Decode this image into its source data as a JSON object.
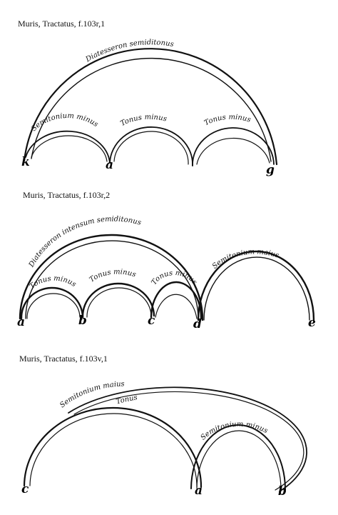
{
  "diagrams": [
    {
      "caption": "Muris, Tractatus, f.103r,1",
      "letters": [
        "k",
        "a",
        "g"
      ],
      "arc_labels": [
        "Diatesseron semiditonus",
        "Semitonium minus",
        "Tonus minus",
        "Tonus minus"
      ]
    },
    {
      "caption": "Muris, Tractatus, f.103r,2",
      "letters": [
        "a",
        "b",
        "c",
        "d",
        "e"
      ],
      "arc_labels": [
        "Diatesseron intensum semiditonus",
        "Tonus minus",
        "Tonus minus",
        "Tonus minus",
        "Semitonium maius"
      ]
    },
    {
      "caption": "Muris, Tractatus, f.103v,1",
      "letters": [
        "c",
        "a",
        "b"
      ],
      "arc_labels": [
        "Tonus",
        "Semitonium maius",
        "Semitonium minus"
      ]
    }
  ]
}
